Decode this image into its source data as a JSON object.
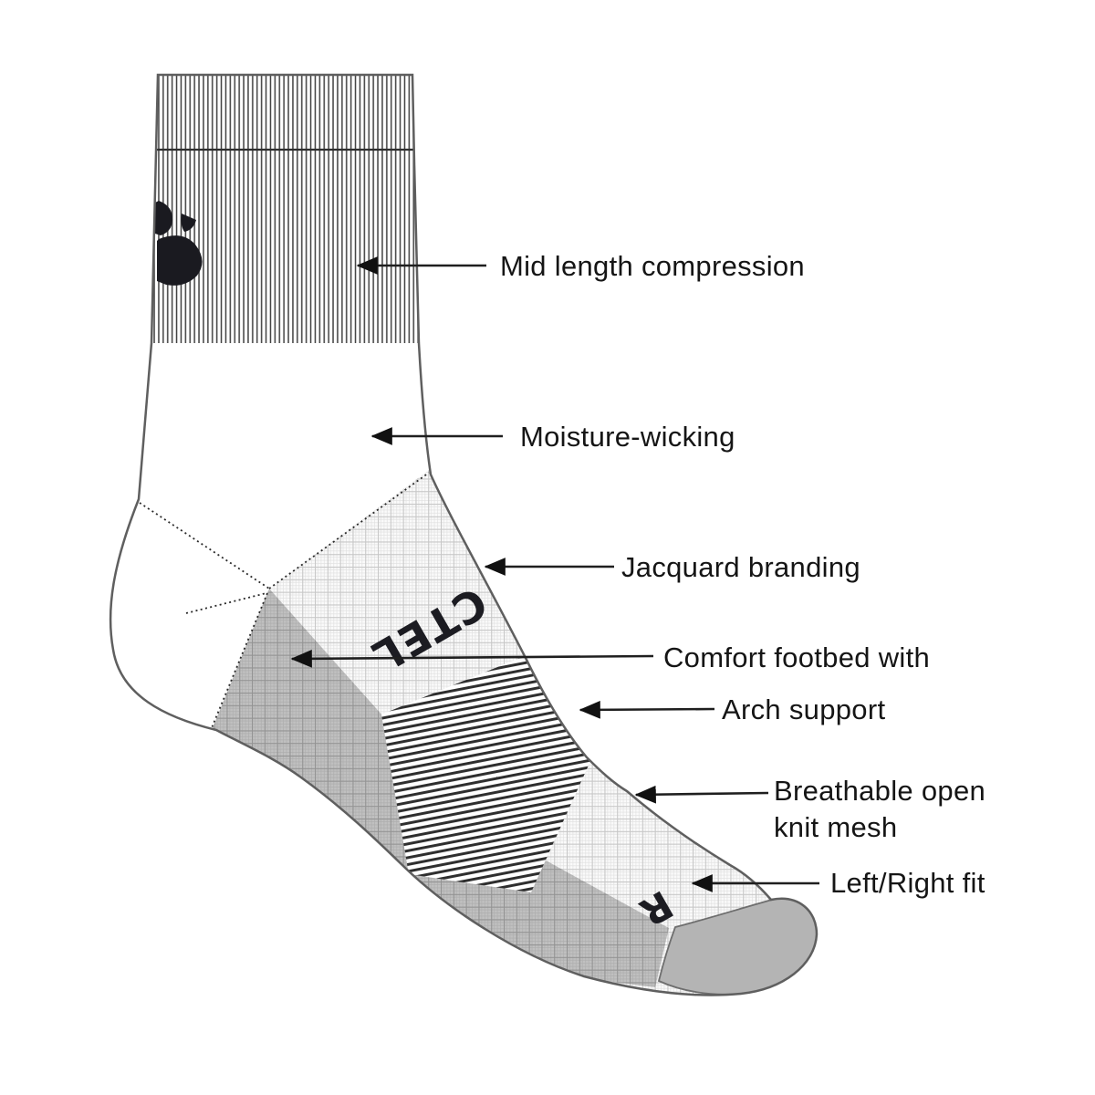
{
  "diagram": {
    "type": "product-feature-callout",
    "subject": "cycling/athletic sock, side profile"
  },
  "labels": {
    "compression": "Mid length compression",
    "moisture": "Moisture-wicking",
    "jacquard": "Jacquard branding",
    "footbed": "Comfort footbed with",
    "arch": "Arch support",
    "mesh_line1": "Breathable open",
    "mesh_line2": "knit mesh",
    "fit": "Left/Right fit"
  },
  "sock_markings": {
    "instep_brand": "CTEL",
    "toe_marker": "R"
  },
  "colors": {
    "background": "#ffffff",
    "outline": "#5f5f5f",
    "label_text": "#151515",
    "arrow": "#1f1f1f",
    "rib_stripe": "#3f3f3f",
    "mesh_light_bg": "#fafafa",
    "mesh_gray_bg": "#c0c0c0",
    "arch_stripe": "#2e2e2e",
    "toe_cap": "#b4b4b4",
    "logo": "#1a1a20"
  }
}
